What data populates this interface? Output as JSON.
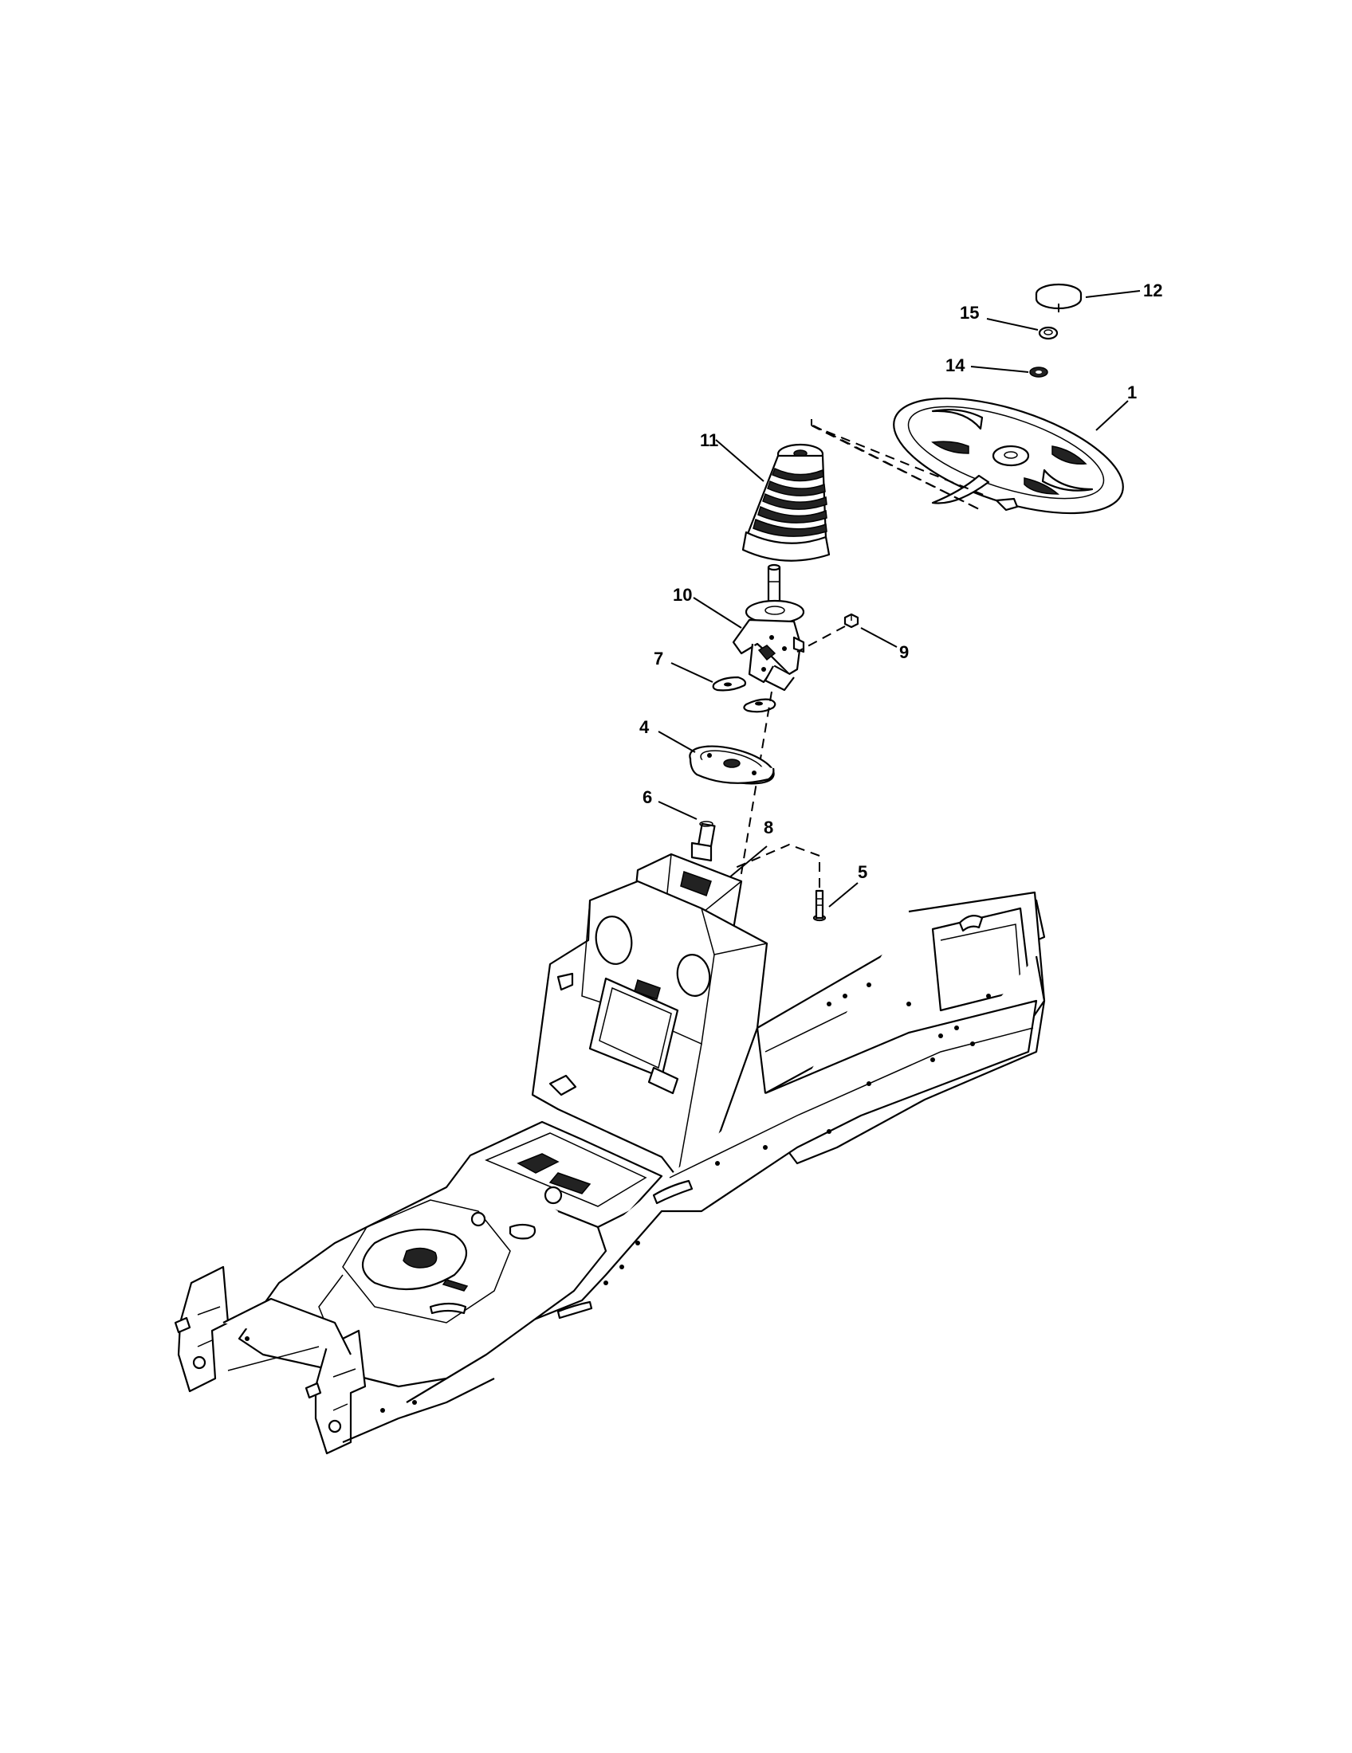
{
  "callouts": [
    {
      "id": "c12",
      "name": "callout-12",
      "text": "12"
    },
    {
      "id": "c15",
      "name": "callout-15",
      "text": "15"
    },
    {
      "id": "c14",
      "name": "callout-14",
      "text": "14"
    },
    {
      "id": "c1",
      "name": "callout-1",
      "text": "1"
    },
    {
      "id": "c11",
      "name": "callout-11",
      "text": "11"
    },
    {
      "id": "c10",
      "name": "callout-10",
      "text": "10"
    },
    {
      "id": "c9",
      "name": "callout-9",
      "text": "9"
    },
    {
      "id": "c7",
      "name": "callout-7",
      "text": "7"
    },
    {
      "id": "c4",
      "name": "callout-4",
      "text": "4"
    },
    {
      "id": "c6",
      "name": "callout-6",
      "text": "6"
    },
    {
      "id": "c8",
      "name": "callout-8",
      "text": "8"
    },
    {
      "id": "c5",
      "name": "callout-5",
      "text": "5"
    }
  ],
  "colors": {
    "line": "#000000",
    "background": "#ffffff"
  }
}
